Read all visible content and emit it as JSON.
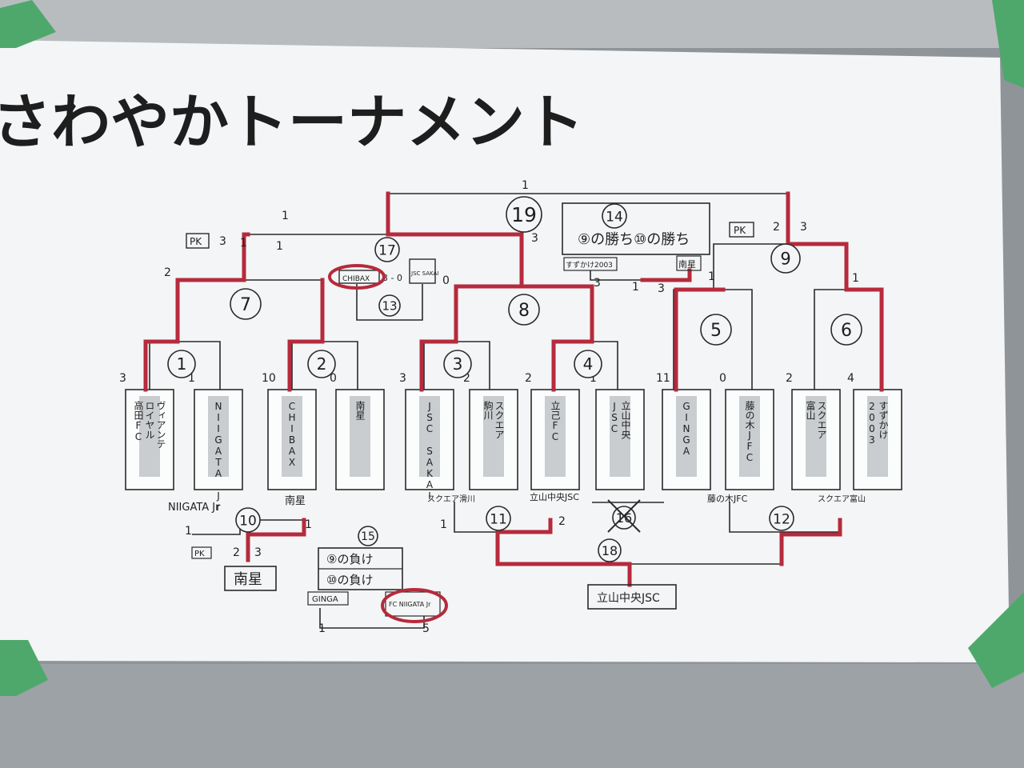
{
  "title": "さわやかトーナメント",
  "teams": [
    {
      "name": "ヴィアンテ\nロイヤル\n高田FC",
      "score": "3"
    },
    {
      "name": "NIIGATA Jr",
      "score": "1"
    },
    {
      "name": "CHIBAX",
      "score": "10"
    },
    {
      "name": "南星",
      "score": "0"
    },
    {
      "name": "JSC SAKAI",
      "score": "3"
    },
    {
      "name": "スクエア\n駒川",
      "score": "2"
    },
    {
      "name": "立己FC",
      "score": "2"
    },
    {
      "name": "立山中央\nJSC",
      "score": "1"
    },
    {
      "name": "GINGA",
      "score": "11"
    },
    {
      "name": "藤の木JFC",
      "score": "0"
    },
    {
      "name": "スクエア\n富山",
      "score": "2"
    },
    {
      "name": "すずかけ\n2003",
      "score": "4"
    }
  ],
  "matches": {
    "m1": "1",
    "m2": "2",
    "m3": "3",
    "m4": "4",
    "m5": "5",
    "m6": "6",
    "m7": "7",
    "m8": "8",
    "m9": "9",
    "m10": "10",
    "m11": "11",
    "m12": "12",
    "m13": "13",
    "m14": "14",
    "m15": "15",
    "m16": "16",
    "m17": "17",
    "m18": "18",
    "m19": "19"
  },
  "scores": {
    "m7_left": "2",
    "m7_right": "1",
    "m7_pk": "3",
    "m7_pk_label": "PK",
    "m17_left": "1",
    "m17_right": "3",
    "top_left": "1",
    "top": "1",
    "m8_left": "0",
    "m8_right": "3",
    "m9_left": "2",
    "m9_right": "3",
    "m9_pk_label": "PK",
    "m5_top": "1",
    "m6_top": "1",
    "m14_left": "1",
    "m14_right": "3",
    "m10_left": "1",
    "m10_right": "1",
    "m10_pk_label": "PK",
    "m10_pk_left": "2",
    "m10_pk_right": "3",
    "m11_left": "1",
    "m11_right": "2",
    "m15_left": "1",
    "m15_right": "5",
    "m13_score": "3 - 0"
  },
  "labels": {
    "m10_left_team": "NIIGATA Jr",
    "m10_right_team": "南星",
    "m10_winner": "南星",
    "m11_left_team": "スクエア滑川",
    "m11_right_team": "立山中央JSC",
    "m12_left_team": "藤の木JFC",
    "m12_right_team": "スクエア富山",
    "m18_winner": "立山中央JSC",
    "m13_left_team": "CHIBAX",
    "m13_right_team": "JSC SAKAI",
    "m14_line": "⑨の勝ち⑩の勝ち",
    "m14_left_team": "すずかけ2003",
    "m14_right_team": "南星",
    "m15_line1": "⑨の負け",
    "m15_line2": "⑩の負け",
    "m15_left_team": "GINGA",
    "m15_right_team": "FC NIIGATA Jr"
  },
  "colors": {
    "paper": "#f3f5f6",
    "ink": "#2a2a2a",
    "winner_red": "#b52a3c",
    "tape_green": "#4fa86b",
    "board": "#8f9499"
  }
}
